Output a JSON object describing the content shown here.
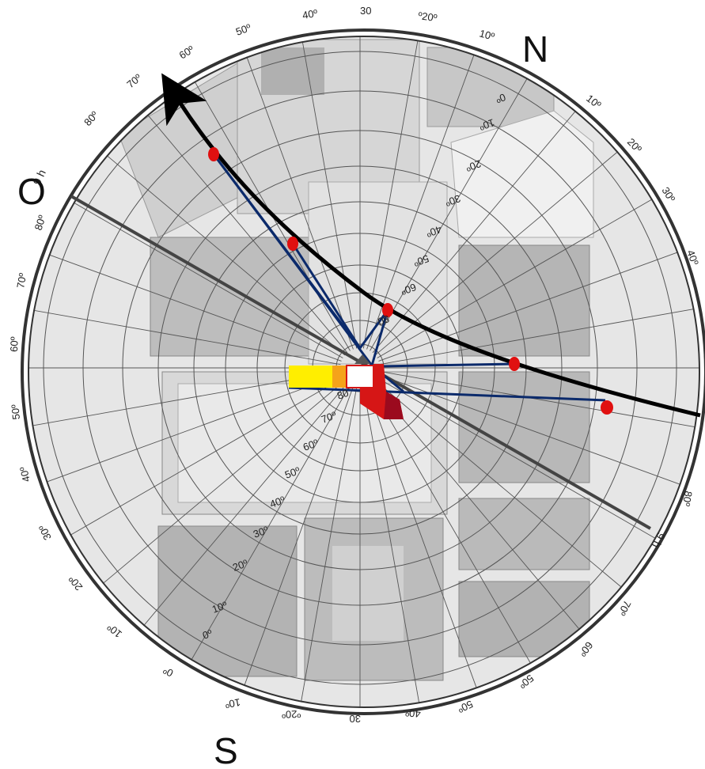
{
  "compass": {
    "north": "N",
    "west": "O",
    "south": "S"
  },
  "rim_labels": {
    "top": [
      "50º",
      "40º",
      "30",
      "º20º",
      "10º"
    ],
    "upper_left": [
      "60º",
      "70º",
      "80º"
    ],
    "upper_right": [
      "10º",
      "20º",
      "30º",
      "40º"
    ],
    "left": [
      "80º",
      "70º",
      "60º",
      "50º",
      "40º",
      "30º",
      "20º",
      "10º",
      "0º"
    ],
    "right": [
      "80º",
      "70º",
      "60º",
      "50º"
    ],
    "bottom": [
      "10º",
      "º20º",
      "30",
      "40º"
    ],
    "hour_marks": [
      "9 h",
      "9 h"
    ]
  },
  "inner_labels": {
    "north_axis": [
      "0º",
      "10º",
      "20º",
      "30º",
      "40º",
      "50º",
      "60º",
      "80"
    ],
    "south_axis": [
      "80",
      "70º",
      "60º",
      "50º",
      "40º",
      "30º",
      "20º",
      "10º",
      "0º"
    ]
  },
  "colors": {
    "ring": "#333333",
    "grid": "#555555",
    "sun_path": "#000000",
    "sight_lines": "#0b2a6b",
    "sun_dots": "#e01010",
    "marker_yellow": "#ffee00",
    "marker_orange": "#f5a31a",
    "marker_red": "#d61616",
    "marker_darkred": "#9b0a1e"
  }
}
